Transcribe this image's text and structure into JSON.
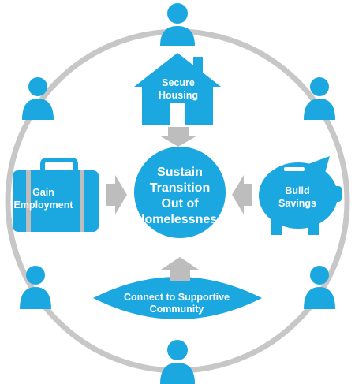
{
  "colors": {
    "primary_blue": "#1BA8E0",
    "ring_gray": "#C7C7C7",
    "arrow_gray": "#BDBDBD",
    "text_white": "#FFFFFF"
  },
  "center": {
    "line1": "Sustain",
    "line2": "Transition",
    "line3": "Out of",
    "line4": "Homelessness"
  },
  "housing": {
    "line1": "Secure",
    "line2": "Housing",
    "icon": "house-icon"
  },
  "employment": {
    "line1": "Gain",
    "line2": "Employment",
    "icon": "briefcase-icon"
  },
  "savings": {
    "line1": "Build",
    "line2": "Savings",
    "icon": "piggy-bank-icon"
  },
  "community": {
    "line1": "Connect to Supportive",
    "line2": "Community",
    "icon": "banner-icon"
  },
  "people_icon": "person-icon"
}
